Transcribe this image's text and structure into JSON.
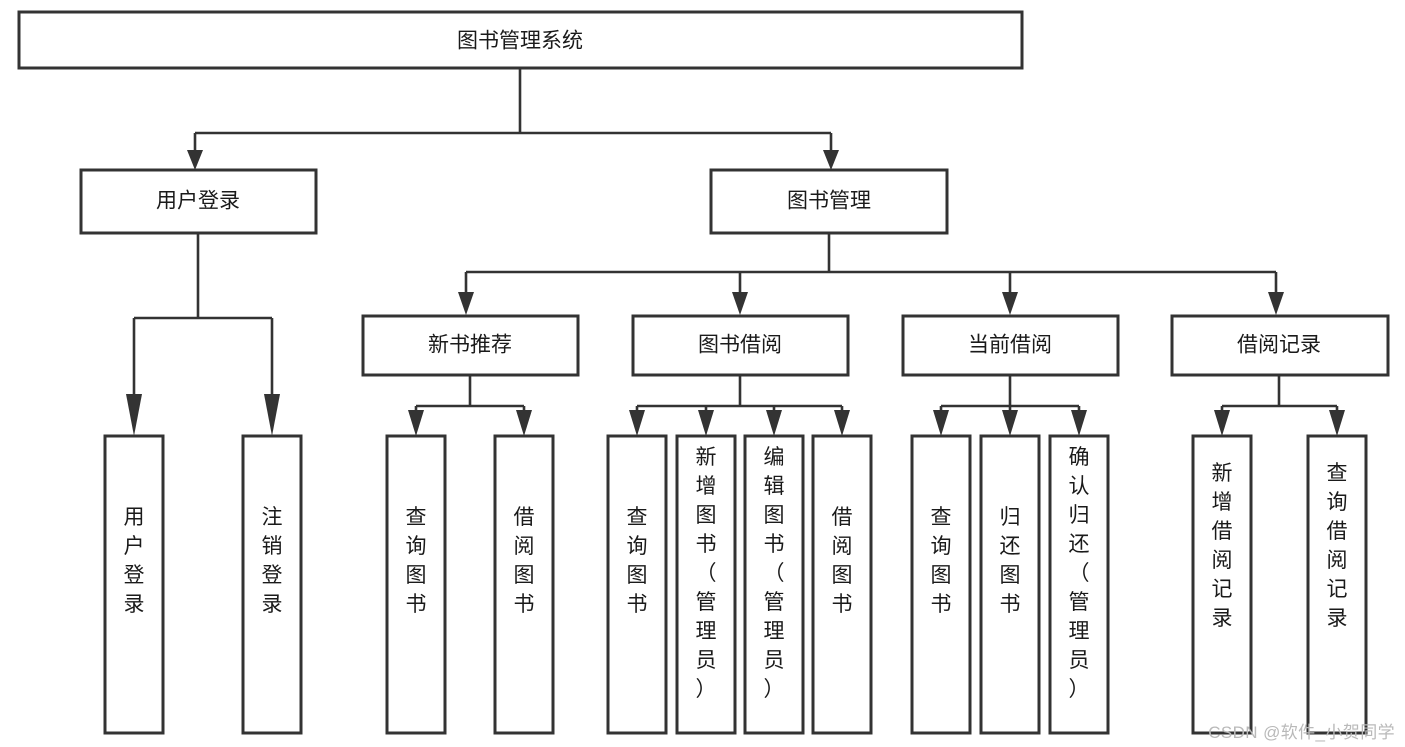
{
  "diagram": {
    "type": "tree",
    "title": "图书管理系统",
    "orientation": "top-down",
    "watermark": "CSDN @软件_小贺同学",
    "colors": {
      "box_stroke": "#333333",
      "box_fill": "#ffffff",
      "text": "#1a1a1a",
      "connector": "#333333",
      "watermark": "#b9b9b9",
      "background": "#ffffff"
    },
    "nodes": {
      "root": {
        "label": "图书管理系统",
        "level": 0
      },
      "level1": [
        {
          "id": "user-login",
          "label": "用户登录"
        },
        {
          "id": "book-manage",
          "label": "图书管理"
        }
      ],
      "level2": [
        {
          "id": "new-book-recommend",
          "label": "新书推荐",
          "parent": "book-manage"
        },
        {
          "id": "book-borrow",
          "label": "图书借阅",
          "parent": "book-manage"
        },
        {
          "id": "current-borrow",
          "label": "当前借阅",
          "parent": "book-manage"
        },
        {
          "id": "borrow-record",
          "label": "借阅记录",
          "parent": "book-manage"
        }
      ],
      "leaves": {
        "user-login": [
          {
            "id": "leaf-user-login",
            "label": "用户登录"
          },
          {
            "id": "leaf-logout",
            "label": "注销登录"
          }
        ],
        "new-book-recommend": [
          {
            "id": "leaf-query-book-1",
            "label": "查询图书"
          },
          {
            "id": "leaf-borrow-book-1",
            "label": "借阅图书"
          }
        ],
        "book-borrow": [
          {
            "id": "leaf-query-book-2",
            "label": "查询图书"
          },
          {
            "id": "leaf-add-book",
            "label": "新增图书（管理员）"
          },
          {
            "id": "leaf-edit-book",
            "label": "编辑图书（管理员）"
          },
          {
            "id": "leaf-borrow-book-2",
            "label": "借阅图书"
          }
        ],
        "current-borrow": [
          {
            "id": "leaf-query-book-3",
            "label": "查询图书"
          },
          {
            "id": "leaf-return-book",
            "label": "归还图书"
          },
          {
            "id": "leaf-confirm-return",
            "label": "确认归还（管理员）"
          }
        ],
        "borrow-record": [
          {
            "id": "leaf-add-record",
            "label": "新增借阅记录"
          },
          {
            "id": "leaf-query-record",
            "label": "查询借阅记录"
          }
        ]
      }
    }
  }
}
